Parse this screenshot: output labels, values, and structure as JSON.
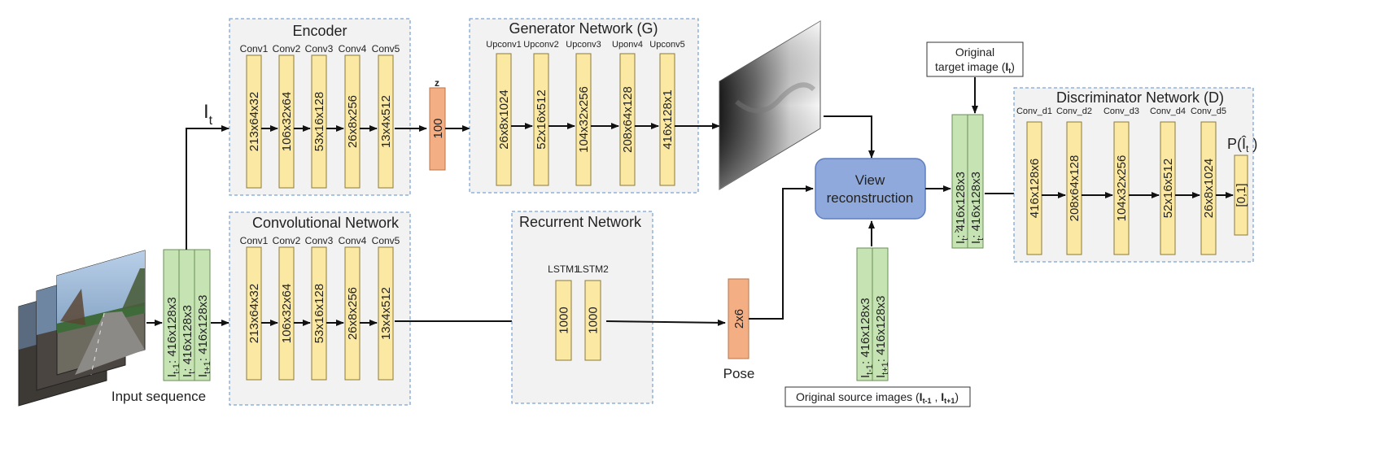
{
  "input_caption": "Input sequence",
  "input_stack_labels": [
    "I",
    "t-1",
    ": 416x128x3",
    "I",
    "t",
    ": 416x128x3",
    "I",
    "t+1",
    ": 416x128x3"
  ],
  "it_label": {
    "main": "I",
    "sub": "t"
  },
  "encoder": {
    "title": "Encoder",
    "layers": [
      {
        "name": "Conv1",
        "dim": "213x64x32"
      },
      {
        "name": "Conv2",
        "dim": "106x32x64"
      },
      {
        "name": "Conv3",
        "dim": "53x16x128"
      },
      {
        "name": "Conv4",
        "dim": "26x8x256"
      },
      {
        "name": "Conv5",
        "dim": "13x4x512"
      }
    ]
  },
  "latent": {
    "label": "z",
    "dim": "100"
  },
  "generator": {
    "title": "Generator Network (G)",
    "layers": [
      {
        "name": "Upconv1",
        "dim": "26x8x1024"
      },
      {
        "name": "Upconv2",
        "dim": "52x16x512"
      },
      {
        "name": "Upconv3",
        "dim": "104x32x256"
      },
      {
        "name": "Uponv4",
        "dim": "208x64x128"
      },
      {
        "name": "Upconv5",
        "dim": "416x128x1"
      }
    ]
  },
  "convnet": {
    "title": "Convolutional Network",
    "layers": [
      {
        "name": "Conv1",
        "dim": "213x64x32"
      },
      {
        "name": "Conv2",
        "dim": "106x32x64"
      },
      {
        "name": "Conv3",
        "dim": "53x16x128"
      },
      {
        "name": "Conv4",
        "dim": "26x8x256"
      },
      {
        "name": "Conv5",
        "dim": "13x4x512"
      }
    ]
  },
  "recurrent": {
    "title": "Recurrent Network",
    "layers": [
      {
        "name": "LSTM1",
        "dim": "1000"
      },
      {
        "name": "LSTM2",
        "dim": "1000"
      }
    ]
  },
  "pose": {
    "dim": "2x6",
    "label": "Pose"
  },
  "view_reconstruction": {
    "line1": "View",
    "line2": "reconstruction"
  },
  "source_stack": {
    "labels": [
      "I",
      "t-1",
      ": 416x128x3",
      "I",
      "t+1",
      ": 416x128x3"
    ],
    "caption": {
      "text": "Original source images (",
      "i1": "I",
      "s1": "t-1",
      "sep": " , ",
      "i2": "I",
      "s2": "t+1",
      "end": ")"
    }
  },
  "target_stack": {
    "labels": [
      "I",
      "t",
      ": 416x128x3",
      "I",
      "t",
      ": 416x128x3"
    ]
  },
  "target_caption": {
    "line1": "Original",
    "line2": "target image (",
    "i": "I",
    "s": "t",
    "end": ")"
  },
  "discriminator": {
    "title": "Discriminator Network (D)",
    "layers": [
      {
        "name": "Conv_d1",
        "dim": "416x128x6"
      },
      {
        "name": "Conv_d2",
        "dim": "208x64x128"
      },
      {
        "name": "Conv_d3",
        "dim": "104x32x256"
      },
      {
        "name": "Conv_d4",
        "dim": "52x16x512"
      },
      {
        "name": "Conv_d5",
        "dim": "26x8x1024"
      }
    ],
    "output": {
      "label": "P(Î",
      "sub": "t",
      "end": " )",
      "range": "[0,1]"
    }
  },
  "colors": {
    "layer": "#fbe8a2",
    "green": "#c6e3b4",
    "orange": "#f4ae84",
    "view": "#8fa9dc",
    "panel_border": "#5b8fc9"
  }
}
